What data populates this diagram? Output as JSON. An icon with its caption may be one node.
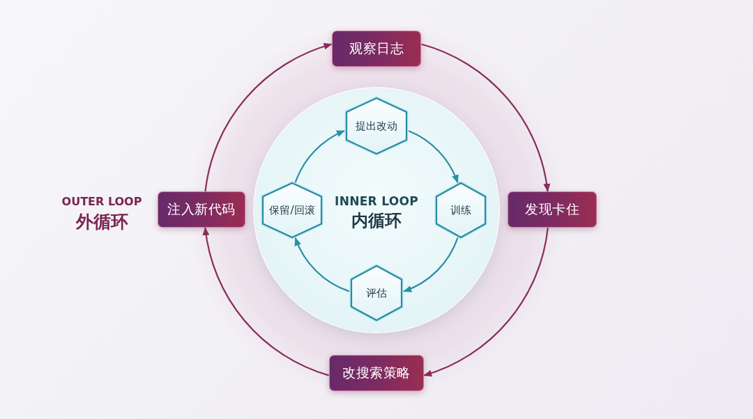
{
  "diagram": {
    "nodes": [
      {
        "text": [
          "观察日志"
        ]
      },
      {
        "text": [
          "发现卡住"
        ]
      },
      {
        "text": [
          "改搜索策略"
        ]
      },
      {
        "text": [
          "注入新代码"
        ]
      },
      {
        "text": [
          "INNER LOOP",
          "内循环"
        ]
      },
      {
        "text": [
          "提出改动"
        ],
        "in": 4
      },
      {
        "text": [
          "训练"
        ],
        "in": 4
      },
      {
        "text": [
          "评估"
        ],
        "in": 4
      },
      {
        "text": [
          "保留/回滚"
        ],
        "in": 4
      }
    ],
    "edges": [
      {
        "from": 0,
        "to": 1,
        "arrow": "to"
      },
      {
        "from": 1,
        "to": 2,
        "arrow": "to"
      },
      {
        "from": 2,
        "to": 3,
        "arrow": "to"
      },
      {
        "from": 3,
        "to": 0,
        "arrow": "to"
      },
      {
        "from": 5,
        "to": 6,
        "arrow": "to",
        "color": "#2b8ea6"
      },
      {
        "from": 6,
        "to": 7,
        "arrow": "to",
        "color": "#2b8ea6"
      },
      {
        "from": 7,
        "to": 8,
        "arrow": "to",
        "color": "#2b8ea6"
      },
      {
        "from": 8,
        "to": 5,
        "arrow": "to",
        "color": "#2b8ea6"
      }
    ],
    "labels": [
      "OUTER LOOP",
      "外循环"
    ]
  }
}
